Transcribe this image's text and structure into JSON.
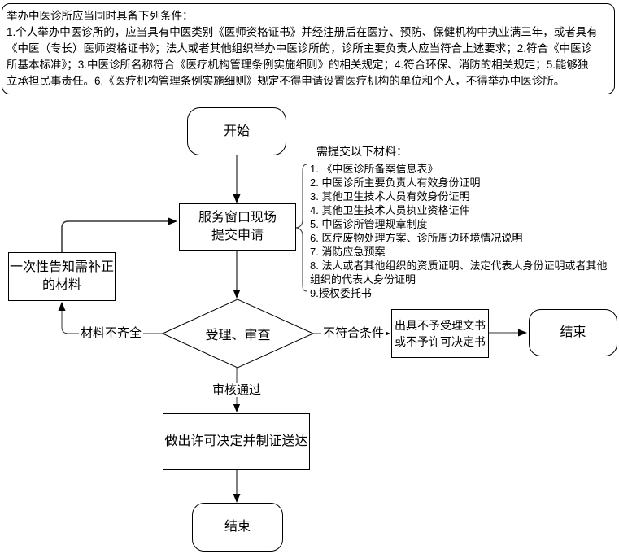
{
  "colors": {
    "background": "#ffffff",
    "node_border": "#000000",
    "node_fill": "#ffffff",
    "arrow_gray": "#808080",
    "arrow_dark": "#333333",
    "text": "#000000"
  },
  "intro": {
    "lines": [
      "举办中医诊所应当同时具备下列条件：",
      "1.个人举办中医诊所的，应当具有中医类别《医师资格证书》并经注册后在医疗、预防、保健机构中执业满三年，或者具有",
      "《中医（专长）医师资格证书》；法人或者其他组织举办中医诊所的，诊所主要负责人应当符合上述要求；2.符合《中医诊",
      "所基本标准》；3.中医诊所名称符合《医疗机构管理条例实施细则》的相关规定；4.符合环保、消防的相关规定；5.能够独",
      "立承担民事责任。6.《医疗机构管理条例实施细则》规定不得申请设置医疗机构的单位和个人，不得举办中医诊所。"
    ]
  },
  "nodes": {
    "start": "开始",
    "service_line1": "服务窗口现场",
    "service_line2": "提交申请",
    "notify_line1": "一次性告知需补正",
    "notify_line2": "的材料",
    "review": "受理、审查",
    "doc_line1": "出具不予受理文书",
    "doc_line2": "或不予许可决定书",
    "end_right": "结束",
    "decide": "做出许可决定并制证送达",
    "end_bottom": "结束"
  },
  "edge_labels": {
    "incomplete": "材料不齐全",
    "not_qualified": "不符合条件",
    "approved": "审核通过"
  },
  "materials": {
    "title": "需提交以下材料：",
    "items": [
      "1. 《中医诊所备案信息表》",
      "2. 中医诊所主要负责人有效身份证明",
      "3. 其他卫生技术人员有效身份证明",
      "4. 其他卫生技术人员执业资格证件",
      "5. 中医诊所管理规章制度",
      "6. 医疗废物处理方案、诊所周边环境情况说明",
      "7. 消防应急预案",
      "8. 法人或者其他组织的资质证明、法定代表人身份证明或者其他组织的代表人身份证明",
      "9.授权委托书"
    ]
  }
}
